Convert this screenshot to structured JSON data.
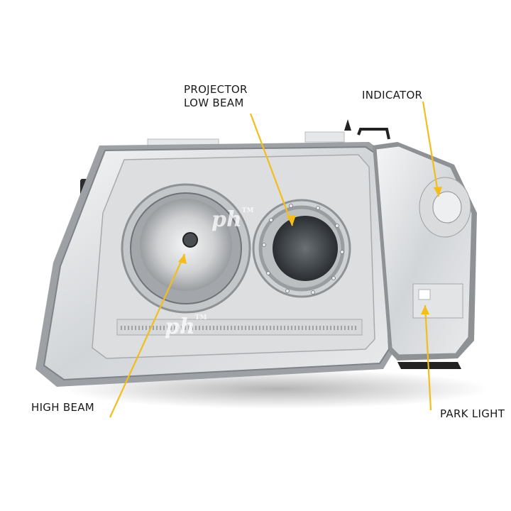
{
  "annotations": {
    "projector_low_beam": {
      "line1": "PROJECTOR",
      "line2": "LOW BEAM"
    },
    "indicator": "INDICATOR",
    "high_beam": "HIGH BEAM",
    "park_light": "PARK LIGHT"
  },
  "watermark": {
    "text": "ph",
    "tm": "TM"
  },
  "colors": {
    "leader_line": "#f2bd1d",
    "label_text": "#1a1a1a",
    "background": "#ffffff"
  }
}
